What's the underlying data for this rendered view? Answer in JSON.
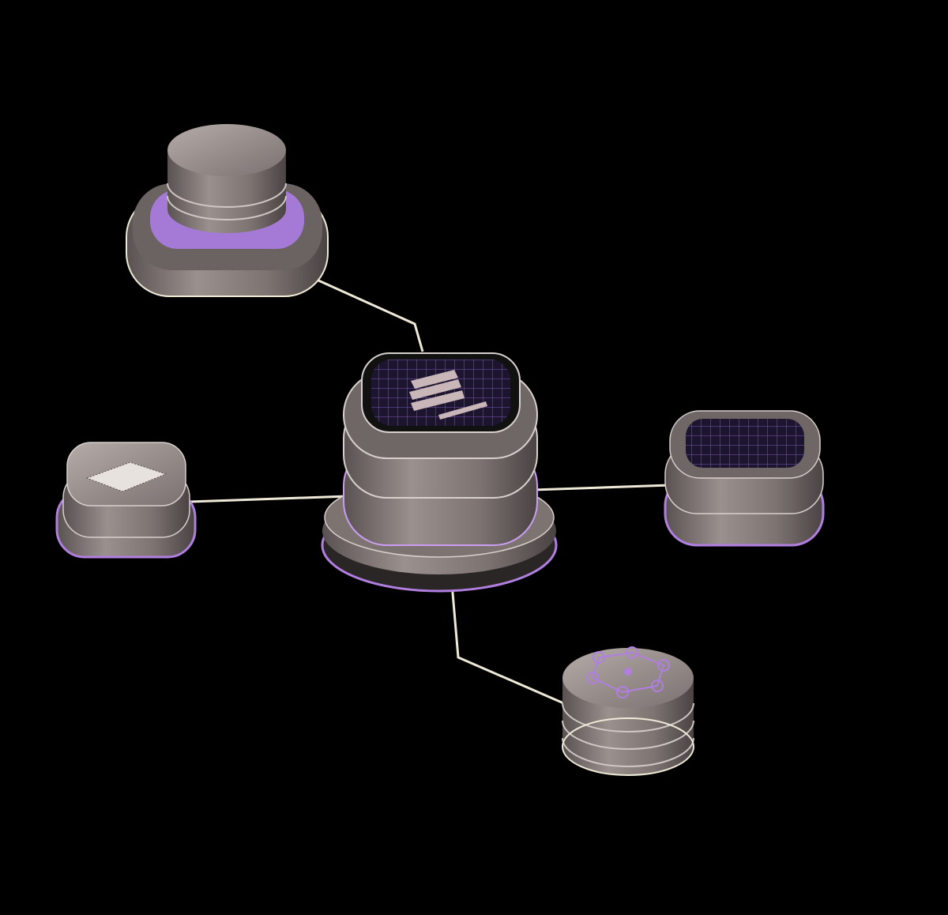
{
  "scene": {
    "background": "#000000",
    "metal_color": "#8a8180",
    "metal_dark": "#4a4343",
    "metal_light": "#d8d0cc",
    "accent_purple": "#b07fe0",
    "connector_color": "#efe9d8",
    "nodes": [
      {
        "id": "storage-node",
        "icon": "database-cylinder-icon"
      },
      {
        "id": "hub-node",
        "icon": "chart-grid-icon"
      },
      {
        "id": "chip-node",
        "icon": "microchip-icon"
      },
      {
        "id": "grid-node",
        "icon": "grid-panel-icon"
      },
      {
        "id": "network-node",
        "icon": "hexagon-network-icon"
      }
    ]
  }
}
